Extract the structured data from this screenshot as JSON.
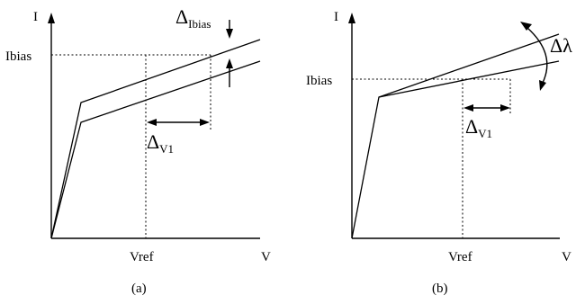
{
  "panel_a": {
    "y_axis": "I",
    "x_axis": "V",
    "ibias_label": "Ibias",
    "vref_label": "Vref",
    "delta_ibias": {
      "delta": "Δ",
      "sub": "Ibias"
    },
    "delta_v1": {
      "delta": "Δ",
      "sub": "V1"
    },
    "caption": "(a)"
  },
  "panel_b": {
    "y_axis": "I",
    "x_axis": "V",
    "ibias_label": "Ibias",
    "vref_label": "Vref",
    "delta_lambda": {
      "delta": "Δλ"
    },
    "delta_v1": {
      "delta": "Δ",
      "sub": "V1"
    },
    "caption": "(b)"
  }
}
